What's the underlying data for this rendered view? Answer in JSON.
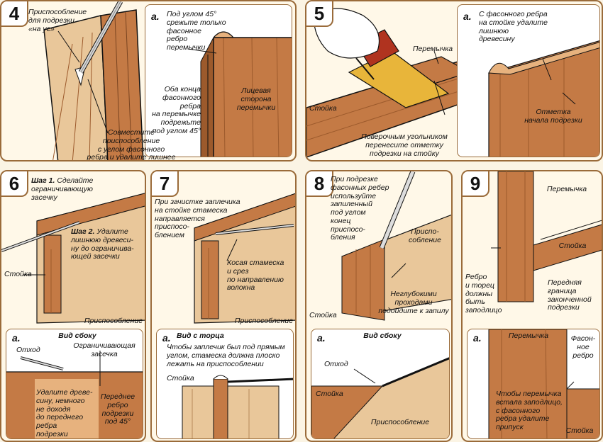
{
  "palette": {
    "wood": "#c47a45",
    "wood_dark": "#9c5a2c",
    "wood_light": "#e7b27e",
    "end_grain": "#edcf9f",
    "jig": "#e9c79a",
    "frame": "#9a6b3a",
    "tape": "#e8b53a",
    "ink": "#111111"
  },
  "panels": [
    {
      "number": "4",
      "labels": {
        "jig": "Приспособление\nдля подрезки\n«на ус»",
        "align": "Совместите\nприспособление\nс углом фасонного\nребра и удалите лишнее"
      },
      "sub": {
        "letter": "а.",
        "top": "Под углом 45°\nсрежьте только\nфасонное\nребро\nперемычки",
        "ends": "Оба конца\nфасонного\nребра\nна перемычке\nподрежьте\nпод углом 45°",
        "face": "Лицевая\nсторона\nперемычки"
      }
    },
    {
      "number": "5",
      "labels": {
        "rail": "Перемычка",
        "stile": "Стойка",
        "transfer": "Поверочным угольником\nперенесите отметку\nподрезки на стойку"
      },
      "sub": {
        "letter": "а.",
        "top": "С фасонного ребра\nна стойке удалите\nлишнюю\nдревесину",
        "mark": "Отметка\nначала подрезки"
      }
    },
    {
      "number": "6",
      "labels": {
        "step1_title": "Шаг 1.",
        "step1": "Сделайте\nограничивающую\nзасечку",
        "step2_title": "Шаг 2.",
        "step2": "Удалите\nлишнюю древеси-\nну до ограничива-\nющей засечки",
        "stile": "Стойка",
        "jig": "Приспособление"
      },
      "sub": {
        "letter": "а.",
        "title": "Вид сбоку",
        "waste": "Отход",
        "limit": "Ограничивающая\nзасечка",
        "remove": "Удалите древе-\nсину, немного\nне доходя\nдо переднего\nребра\nподрезки",
        "front": "Переднее\nребро\nподрезки\nпод 45°"
      }
    },
    {
      "number": "7",
      "labels": {
        "guide": "При зачистке заплечика\nна стойке стамеска\nнаправляется\nприспосо-\nблением",
        "chisel": "Косая стамеска\nи срез\nпо направлению\nволокна",
        "jig": "Приспособление"
      },
      "sub": {
        "letter": "а.",
        "title": "Вид с торца",
        "text": "Чтобы заплечик был под прямым\nуглом, стамеска должна плоско\nлежать на приспособлении",
        "stile": "Стойка"
      }
    },
    {
      "number": "8",
      "labels": {
        "tip": "При подрезке\nфасонных ребер\nиспользуйте\nзапиленный\nпод углом\nконец\nприспосо-\nбления",
        "jig": "Приспо-\nсобление",
        "passes": "Неглубокими\nпроходами\nподойдите к запилу",
        "stile": "Стойка"
      },
      "sub": {
        "letter": "а.",
        "title": "Вид сбоку",
        "waste": "Отход",
        "stile": "Стойка",
        "jig": "Приспособление"
      }
    },
    {
      "number": "9",
      "labels": {
        "rail": "Перемычка",
        "stile": "Стойка",
        "flush": "Ребро\nи торец\nдолжны\nбыть\nзаподлицо",
        "front": "Передняя\nграница\nзаконченной\nподрезки"
      },
      "sub": {
        "letter": "а.",
        "rail": "Перемычка",
        "profile": "Фасон-\nное\nребро",
        "fit": "Чтобы перемычка\nвстала заподлицо,\nс фасонного\nребра удалите\nприпуск",
        "stile": "Стойка"
      }
    }
  ]
}
